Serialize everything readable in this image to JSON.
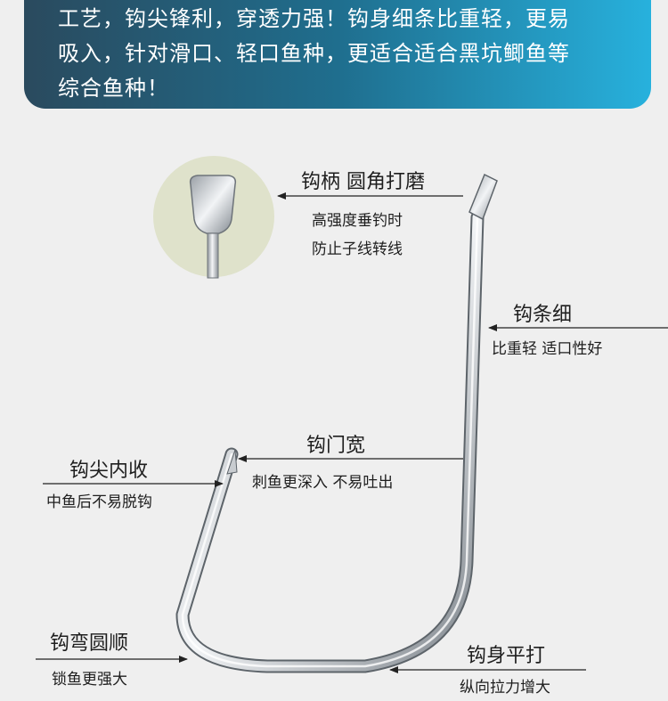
{
  "banner": {
    "lines": [
      "工艺，钩尖锋利，穿透力强！钩身细条比重轻，更易",
      "吸入，针对滑口、轻口鱼种，更适合适合黑坑鲫鱼等",
      "综合鱼种！"
    ]
  },
  "callouts": {
    "shank": {
      "title": "钩柄 圆角打磨",
      "line1": "高强度垂钓时",
      "line2": "防止子线转线"
    },
    "thin": {
      "title": "钩条细",
      "desc": "比重轻 适口性好"
    },
    "gap": {
      "title": "钩门宽",
      "desc": "刺鱼更深入 不易吐出"
    },
    "point": {
      "title": "钩尖内收",
      "desc": "中鱼后不易脱钩"
    },
    "bend": {
      "title": "钩弯圆顺",
      "desc": "锁鱼更强大"
    },
    "flat": {
      "title": "钩身平打",
      "desc": "纵向拉力增大"
    }
  },
  "colors": {
    "background": "#efefef",
    "banner_start": "#2a4a5e",
    "banner_end": "#27b1dd",
    "detail_circle": "#dfe2cb"
  }
}
